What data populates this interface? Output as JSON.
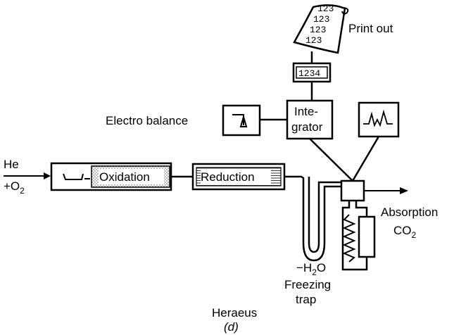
{
  "labels": {
    "print_out": "Print out",
    "printout_digits": [
      "123",
      "123",
      "123",
      "123"
    ],
    "display_digits": "1234",
    "electro_balance": "Electro balance",
    "integrator_line1": "Inte-",
    "integrator_line2": "grator",
    "carrier_he": "He",
    "carrier_o2_prefix": "+O",
    "carrier_o2_sub": "2",
    "oxidation": "Oxidation",
    "reduction": "Reduction",
    "h2o_prefix": "−H",
    "h2o_sub": "2",
    "h2o_suffix": "O",
    "freezing": "Freezing",
    "trap": "trap",
    "absorption": "Absorption",
    "co2_prefix": "CO",
    "co2_sub": "2",
    "manufacturer": "Heraeus",
    "panel": "(d)"
  }
}
